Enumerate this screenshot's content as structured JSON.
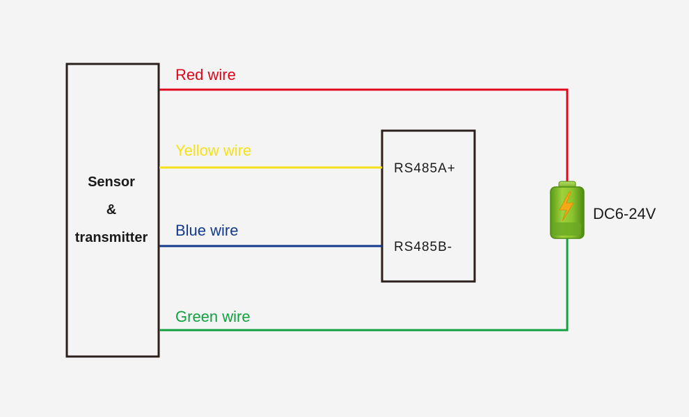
{
  "colors": {
    "red": "#e0061a",
    "yellow": "#f5e01a",
    "blue": "#123a8c",
    "green": "#12a040",
    "box_stroke": "#2a1f1a",
    "battery_green": "#7ab82a",
    "battery_bolt": "#f5a81a"
  },
  "sensor": {
    "line1": "Sensor",
    "line2": "&",
    "line3": "transmitter"
  },
  "wires": {
    "red": "Red wire",
    "yellow": "Yellow wire",
    "blue": "Blue wire",
    "green": "Green wire"
  },
  "rs485": {
    "a": "RS485A+",
    "b": "RS485B-"
  },
  "power": {
    "label": "DC6-24V",
    "icon": "battery-icon"
  }
}
